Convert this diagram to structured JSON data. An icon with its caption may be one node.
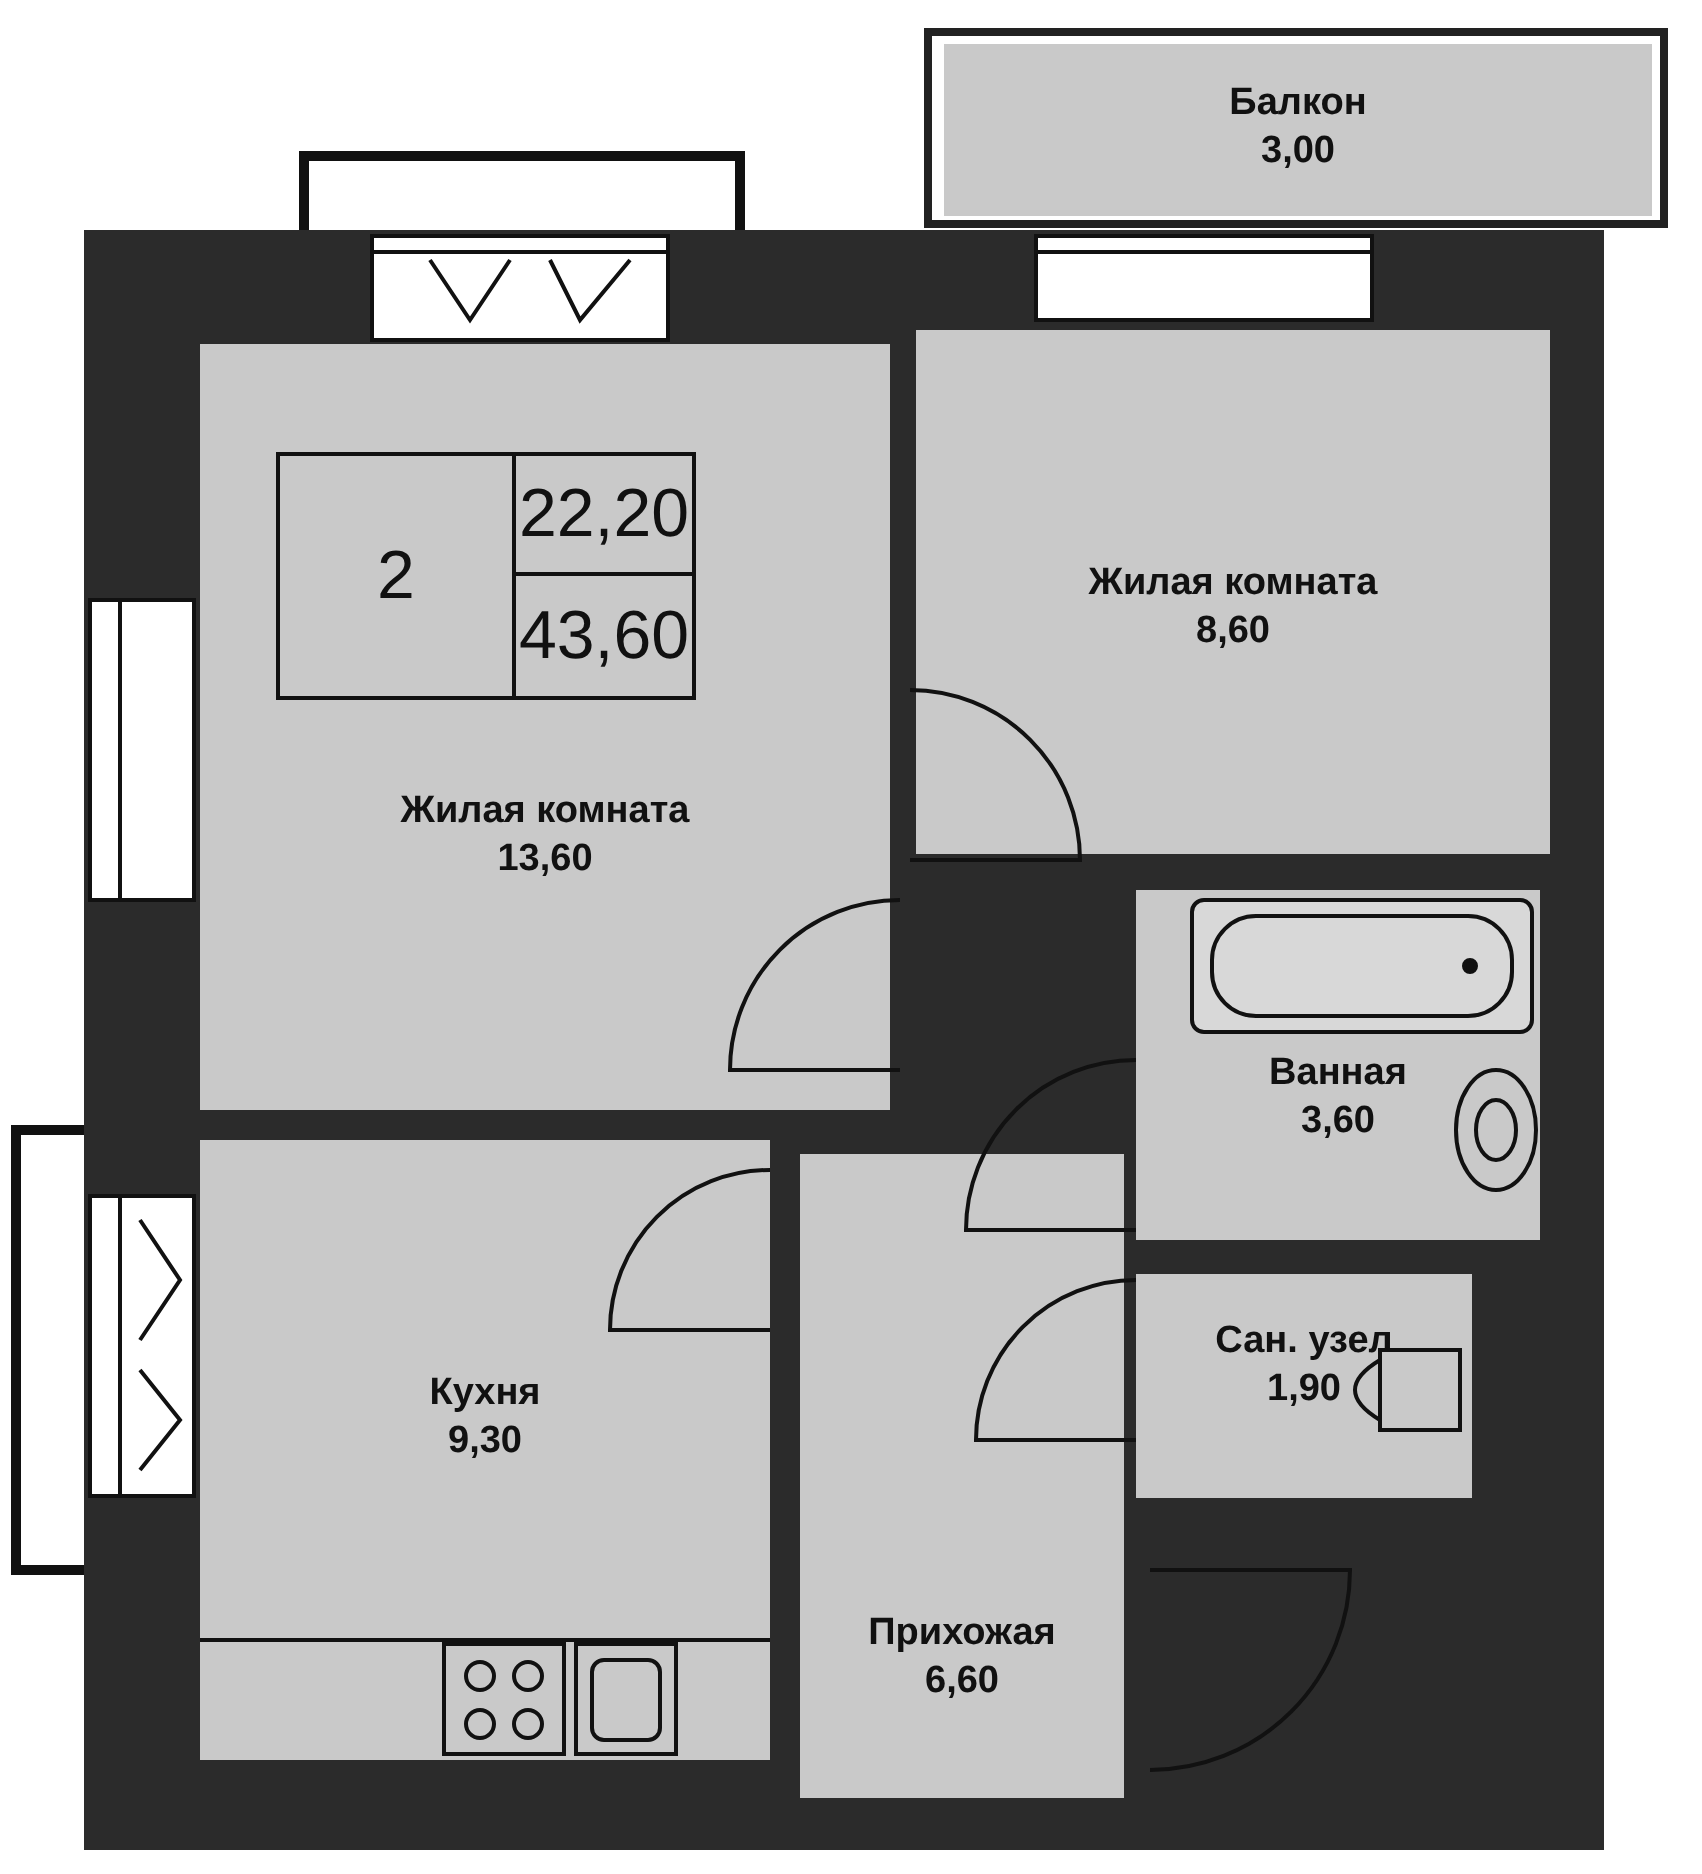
{
  "diagram": {
    "nodes": [
      {
        "text": [
          "Балкон",
          "3,00"
        ]
      },
      {
        "text": [
          "Жилая комната",
          "13,60"
        ]
      },
      {
        "text": [
          "2"
        ],
        "in": 1
      },
      {
        "text": [
          "22,20"
        ],
        "in": 1
      },
      {
        "text": [
          "43,60"
        ],
        "in": 1
      },
      {
        "text": [
          "Жилая комната",
          "8,60"
        ]
      },
      {
        "text": [
          "Ванная",
          "3,60"
        ]
      },
      {
        "text": [
          "Сан. узел",
          "1,90"
        ]
      },
      {
        "text": [
          "Кухня",
          "9,30"
        ]
      },
      {
        "text": [
          "Прихожая",
          "6,60"
        ]
      }
    ],
    "edges": []
  }
}
